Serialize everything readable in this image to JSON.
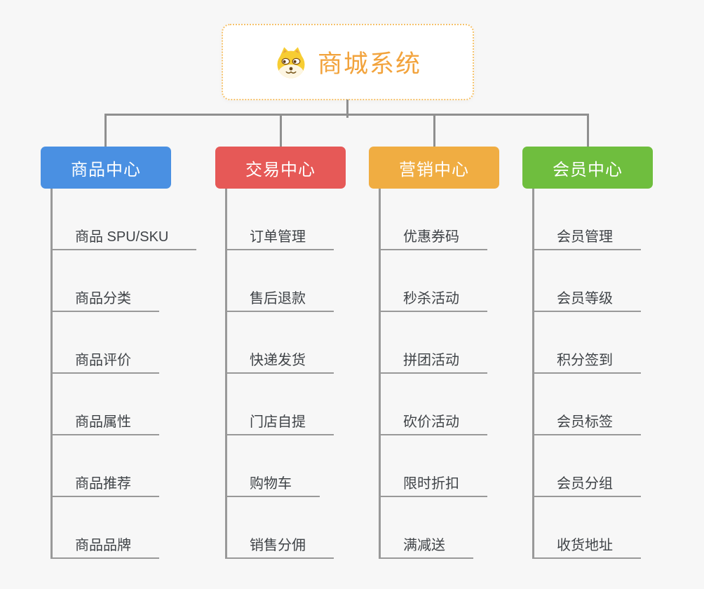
{
  "root": {
    "label": "商城系统",
    "icon": "dog-icon",
    "text_color": "#F2A33C",
    "border_color": "#F5C26B"
  },
  "branches": [
    {
      "label": "商品中心",
      "color": "#4A90E2",
      "children": [
        "商品 SPU/SKU",
        "商品分类",
        "商品评价",
        "商品属性",
        "商品推荐",
        "商品品牌"
      ]
    },
    {
      "label": "交易中心",
      "color": "#E65957",
      "children": [
        "订单管理",
        "售后退款",
        "快递发货",
        "门店自提",
        "购物车",
        "销售分佣"
      ]
    },
    {
      "label": "营销中心",
      "color": "#F0AD42",
      "children": [
        "优惠券码",
        "秒杀活动",
        "拼团活动",
        "砍价活动",
        "限时折扣",
        "满减送"
      ]
    },
    {
      "label": "会员中心",
      "color": "#6FBE3E",
      "children": [
        "会员管理",
        "会员等级",
        "积分签到",
        "会员标签",
        "会员分组",
        "收货地址"
      ]
    }
  ],
  "colors": {
    "background": "#F7F7F7",
    "connector": "#8F8F8F",
    "leaf_line": "#999999",
    "leaf_text": "#3F4347"
  }
}
